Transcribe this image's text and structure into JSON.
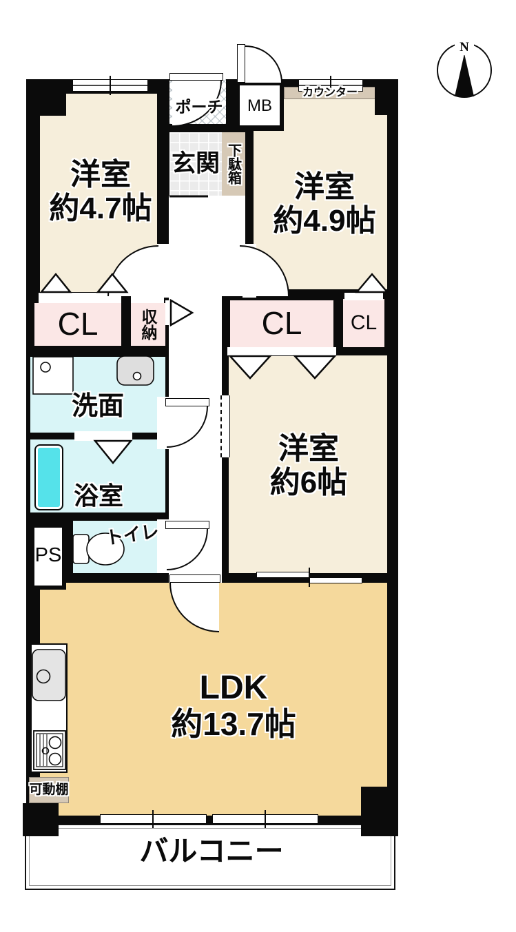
{
  "compass": {
    "north_label": "N"
  },
  "rooms": {
    "bedroom_47": {
      "name": "洋室",
      "size": "約4.7帖"
    },
    "bedroom_49": {
      "name": "洋室",
      "size": "約4.9帖"
    },
    "bedroom_6": {
      "name": "洋室",
      "size": "約6帖"
    },
    "ldk": {
      "name": "LDK",
      "size": "約13.7帖"
    },
    "balcony": {
      "name": "バルコニー"
    },
    "entrance": {
      "name": "玄関"
    },
    "porch": {
      "name": "ポーチ"
    },
    "washroom": {
      "name": "洗面"
    },
    "bathroom": {
      "name": "浴室"
    },
    "toilet": {
      "name": "トイレ"
    }
  },
  "storage": {
    "closet_left": "CL",
    "closet_right": "CL",
    "closet_small": "CL",
    "storage_unit": "収納",
    "shoe_cabinet": "下駄箱",
    "movable_shelf": "可動棚"
  },
  "fixtures": {
    "meter_box": "MB",
    "pipe_space": "PS",
    "counter": "カウンター"
  },
  "icons": {
    "compass": "north-arrow-circle",
    "toilet": "toilet-bowl",
    "bathtub": "bathtub",
    "washer": "washing-machine",
    "sink": "wash-basin",
    "kitchen_sink": "kitchen-sink",
    "stove": "gas-stove"
  },
  "colors": {
    "wall": "#0b0b0b",
    "bedroom": "#f6eedb",
    "ldk": "#f5d99c",
    "closet": "#fbe7e6",
    "wet_area": "#d9f5f7",
    "bathtub": "#55e2ea",
    "wood": "#d6c9b6",
    "entrance_tile": "#ebebeb"
  }
}
